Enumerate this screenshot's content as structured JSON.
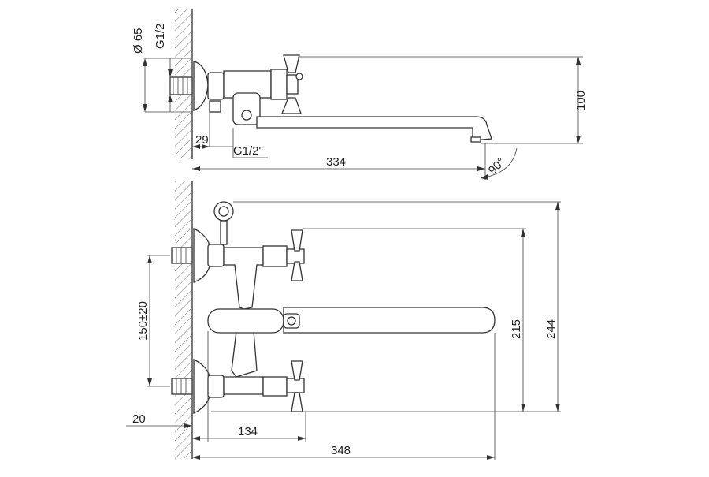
{
  "top_view": {
    "dim_flange_dia": "Ø 65",
    "dim_thread_in": "G1/2",
    "dim_height": "100",
    "dim_offset": "29",
    "dim_thread_out": "G1/2\"",
    "dim_spout_length": "334",
    "dim_angle": "90°"
  },
  "front_view": {
    "dim_center": "150±20",
    "dim_bottom": "20",
    "dim_inlet": "134",
    "dim_total_length": "348",
    "dim_height_body": "215",
    "dim_height_total": "244"
  }
}
